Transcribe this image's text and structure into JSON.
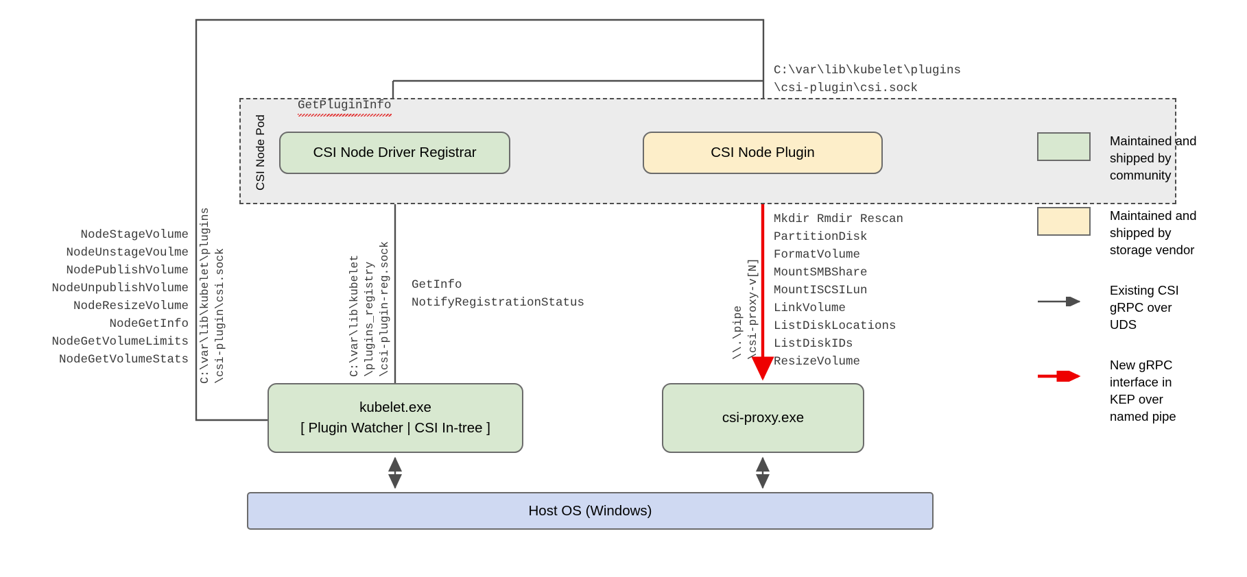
{
  "diagram": {
    "title": "CSI Proxy architecture on Windows",
    "pod": {
      "label": "CSI Node Pod"
    },
    "nodes": {
      "registrar": {
        "label": "CSI Node Driver Registrar",
        "fill": "#d8e8d0"
      },
      "plugin": {
        "label": "CSI Node Plugin",
        "fill": "#fdeec9"
      },
      "kubelet": {
        "line1": "kubelet.exe",
        "line2": "[ Plugin Watcher | CSI In-tree ]",
        "fill": "#d8e8d0"
      },
      "csiproxy": {
        "label": "csi-proxy.exe",
        "fill": "#d8e8d0"
      },
      "hostos": {
        "label": "Host OS (Windows)",
        "fill": "#cfd9f2"
      }
    },
    "labels": {
      "get_plugin_info": "GetPluginInfo",
      "plugin_socket_path": "C:\\var\\lib\\kubelet\\plugins\n\\csi-plugin\\csi.sock",
      "kubelet_csi_socket_rot": "C:\\var\\lib\\kubelet\\plugins\n\\csi-plugin\\csi.sock",
      "registry_socket_rot": "C:\\var\\lib\\kubelet\n\\plugins_registry\n\\csi-plugin-reg.sock",
      "named_pipe_rot": "\\\\.\\pipe\n\\csi-proxy-v[N]",
      "registrar_calls": "GetInfo\nNotifyRegistrationStatus",
      "csi_node_rpcs": "NodeStageVolume\nNodeUnstageVoulme\nNodePublishVolume\nNodeUnpublishVolume\nNodeResizeVolume\nNodeGetInfo\nNodeGetVolumeLimits\nNodeGetVolumeStats",
      "csi_proxy_apis": "Mkdir Rmdir Rescan\nPartitionDisk\nFormatVolume\nMountSMBShare\nMountISCSILun\nLinkVolume\nListDiskLocations\nListDiskIDs\nResizeVolume"
    },
    "colors": {
      "community_green": "#d8e8d0",
      "vendor_yellow": "#fdeec9",
      "host_blue": "#cfd9f2",
      "pod_gray": "#ececec",
      "stroke_gray": "#6b6b6b",
      "arrow_gray": "#4d4d4d",
      "arrow_red": "#ee0000"
    },
    "legend": {
      "items": [
        {
          "kind": "swatch",
          "color": "#d8e8d0",
          "text": "Maintained and\nshipped by\ncommunity"
        },
        {
          "kind": "swatch",
          "color": "#fdeec9",
          "text": "Maintained and\nshipped by\nstorage vendor"
        },
        {
          "kind": "arrow",
          "color": "#4d4d4d",
          "text": "Existing CSI\ngRPC over\nUDS"
        },
        {
          "kind": "arrow",
          "color": "#ee0000",
          "text": "New gRPC\ninterface in\nKEP over\nnamed pipe"
        }
      ]
    }
  }
}
